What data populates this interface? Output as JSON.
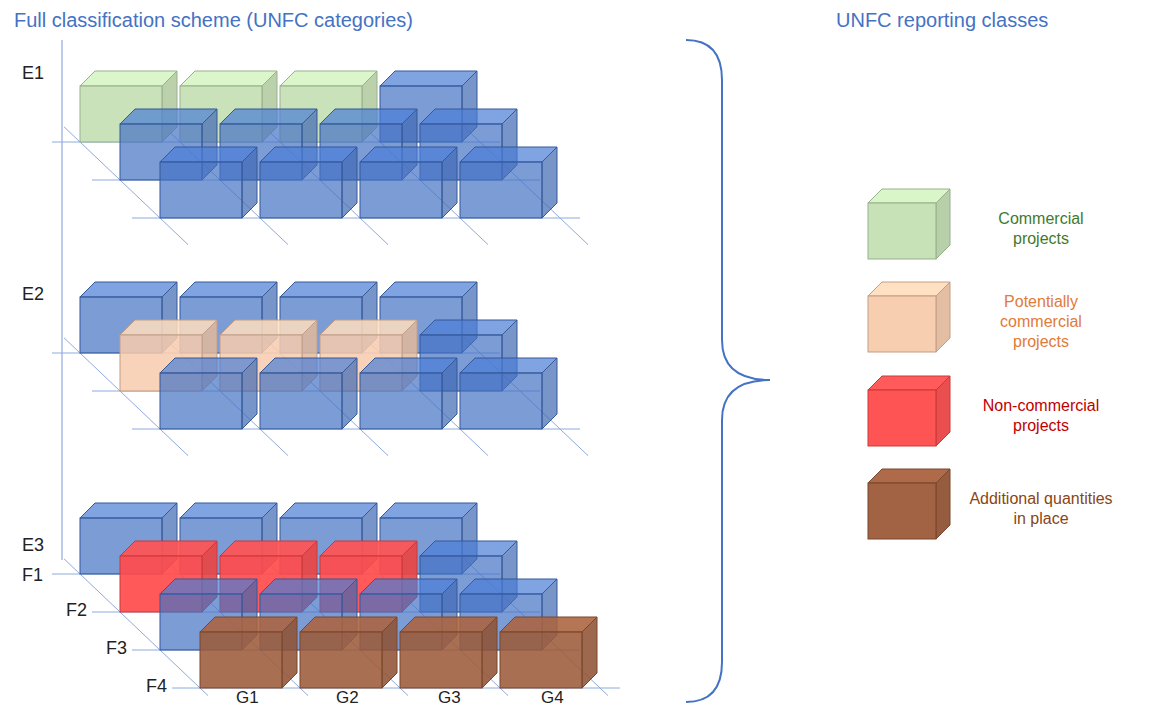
{
  "diagram": {
    "title": "Full classification scheme (UNFC categories)",
    "labels": [
      "UNFC reporting classes",
      "E1",
      "E2",
      "E3",
      "F1",
      "F2",
      "F3",
      "F4",
      "G1",
      "G2",
      "G3",
      "G4"
    ],
    "legend": [
      {
        "text": "Commercial projects",
        "color": "#c5e0b4"
      },
      {
        "text": "Potentially commercial projects",
        "color": "#f8cbad"
      },
      {
        "text": "Non-commercial projects",
        "color": "#ff4b4b"
      },
      {
        "text": "Additional quantities in place",
        "color": "#9c5b3a"
      }
    ]
  }
}
